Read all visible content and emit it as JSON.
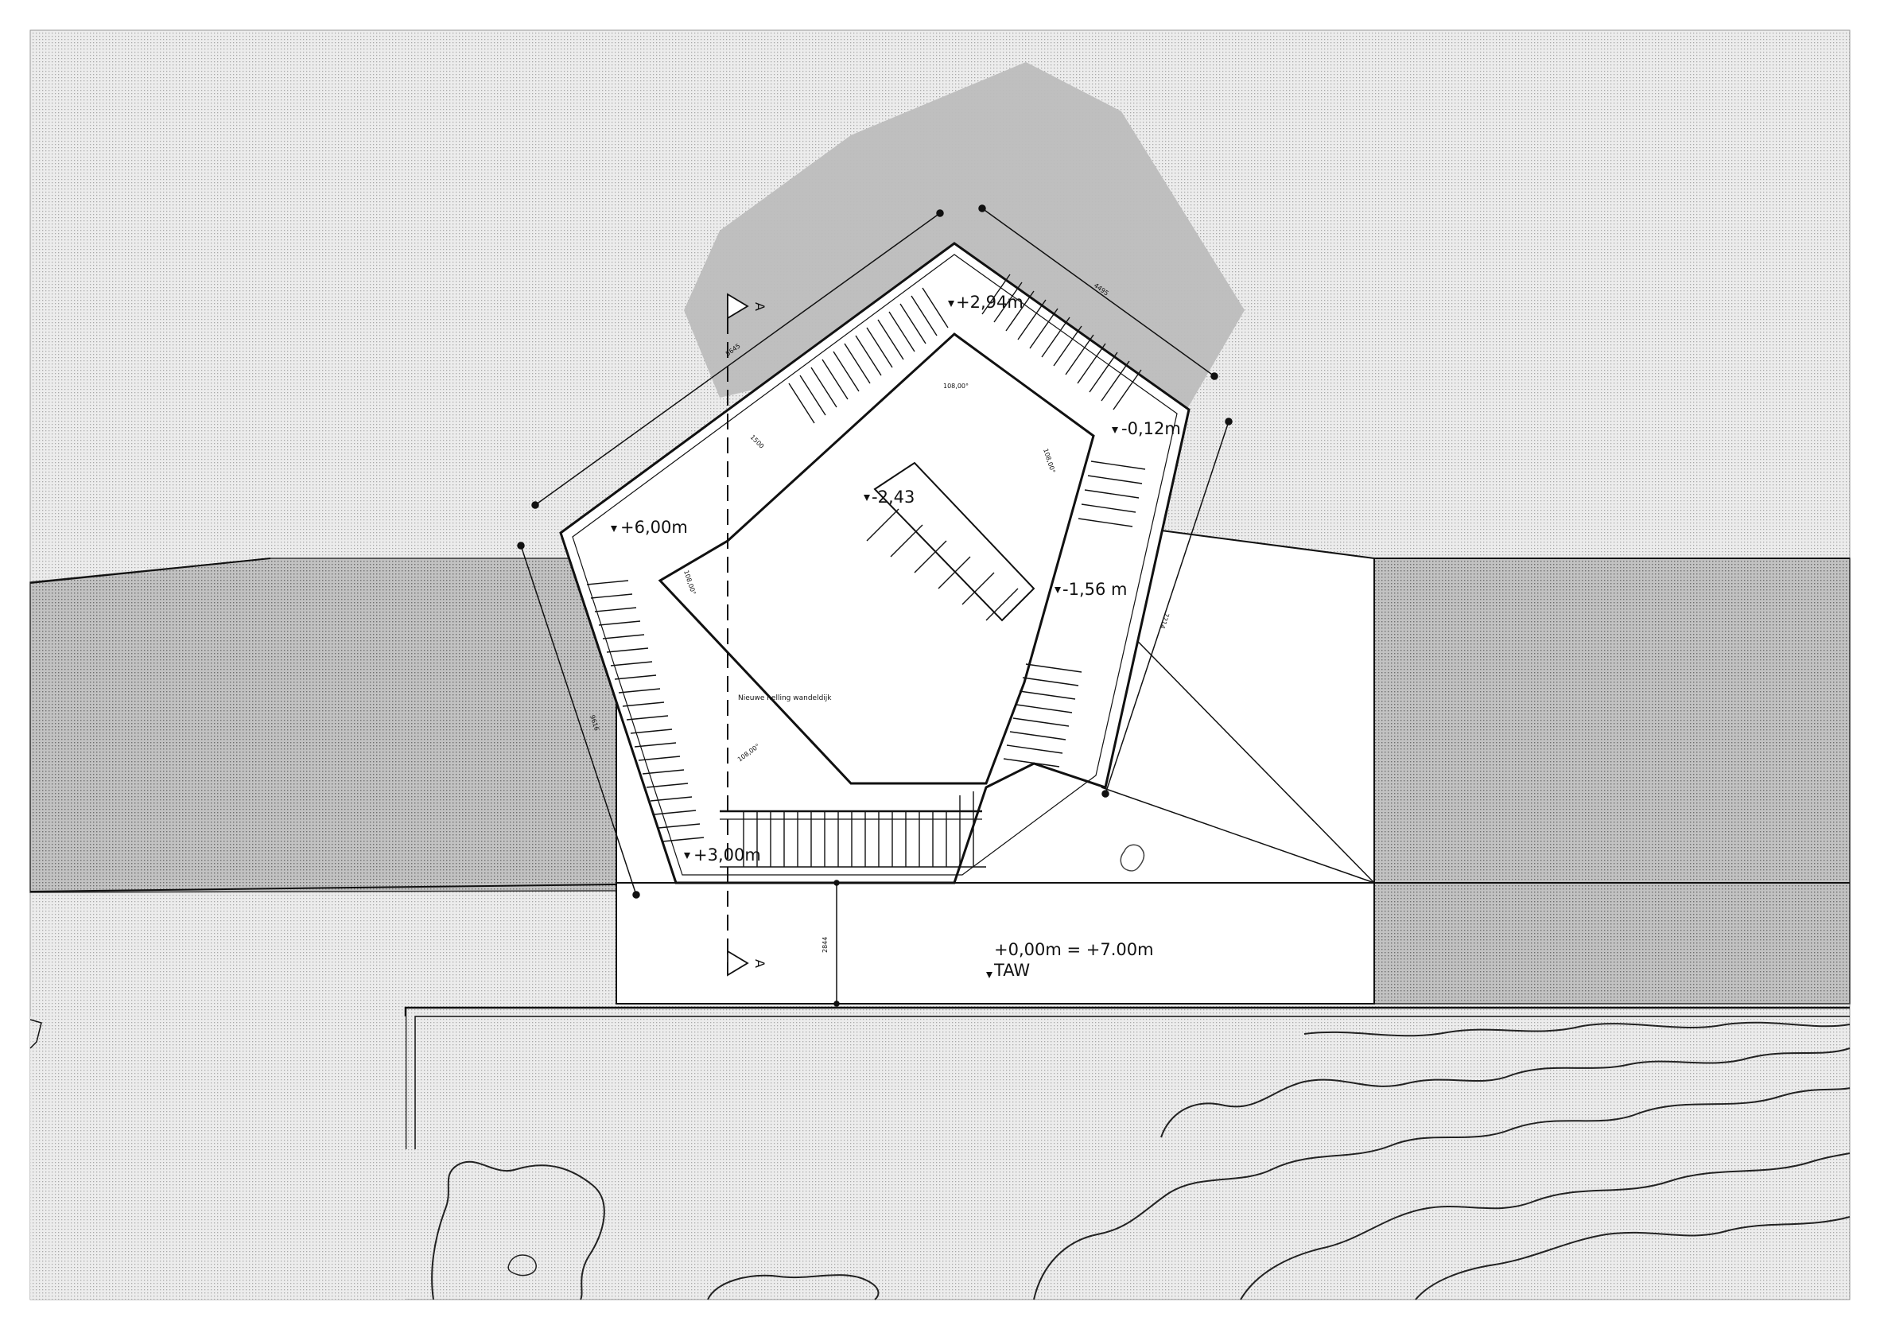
{
  "plan": {
    "levels": {
      "top": "+2,94m",
      "right_upper": "-0,12m",
      "inner": "-2,43",
      "right_lower": "-1,56 m",
      "left": "+6,00m",
      "bottom": "+3,00m"
    },
    "reference_level": {
      "line1": "+0,00m = +7.00m",
      "line2": "TAW"
    },
    "section_markers": [
      "A",
      "A"
    ],
    "angles": [
      "108,00°",
      "108,00°",
      "108,00°",
      "108,00°"
    ],
    "dimensions": {
      "top_left": "5645",
      "top_right": "4495",
      "right": "7214",
      "left": "9616",
      "bridge": "1500",
      "plaza": "2844"
    },
    "note": "Nieuwe helling wandeldijk"
  },
  "colors": {
    "dotted_field": "#e0e0e0",
    "dark_band": "#b5b5b5",
    "shadow": "#bdbdbd",
    "line": "#111111",
    "white": "#ffffff"
  }
}
